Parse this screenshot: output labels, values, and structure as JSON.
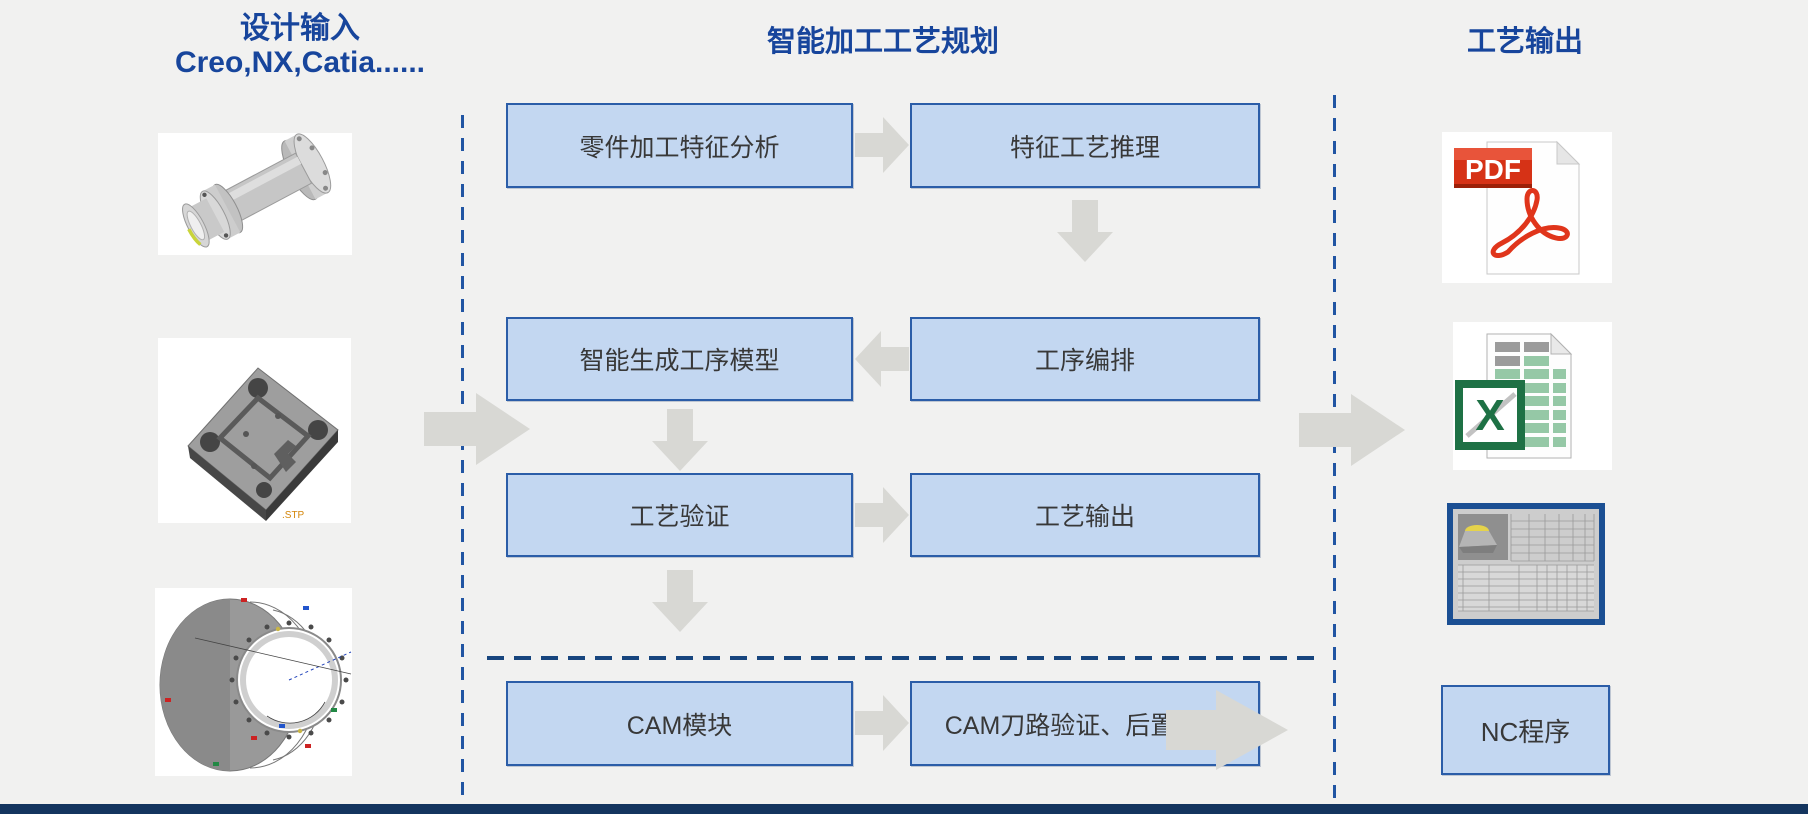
{
  "palette": {
    "background": "#f1f1f0",
    "header_blue": "#17459c",
    "box_fill": "#c3d7f1",
    "box_border": "#2b5da8",
    "arrow_gray": "#d8d8d4",
    "dashed_blue": "#2155a3",
    "bottom_bar": "#14355f",
    "pdf_red": "#d63216",
    "excel_green": "#1e7145"
  },
  "headers": {
    "left_title": "设计输入",
    "left_subtitle": "Creo,NX,Catia......",
    "middle_title": "智能加工工艺规划",
    "right_title": "工艺输出"
  },
  "left_panel": {
    "images": [
      {
        "name": "flanged-shaft-cad-model"
      },
      {
        "name": "machined-block-cad-model",
        "watermark": ".STP"
      },
      {
        "name": "engine-casing-cad-model"
      }
    ]
  },
  "flow": {
    "row1": {
      "left": "零件加工特征分析",
      "right": "特征工艺推理"
    },
    "row2": {
      "left": "智能生成工序模型",
      "right": "工序编排"
    },
    "row3": {
      "left": "工艺验证",
      "right": "工艺输出"
    },
    "row4": {
      "left": "CAM模块",
      "right": "CAM刀路验证、后置处理"
    }
  },
  "outputs": {
    "pdf_badge": "PDF",
    "excel_letter": "X",
    "nc_label": "NC程序",
    "icons": [
      "pdf-file-icon",
      "excel-file-icon",
      "process-card-image"
    ]
  }
}
